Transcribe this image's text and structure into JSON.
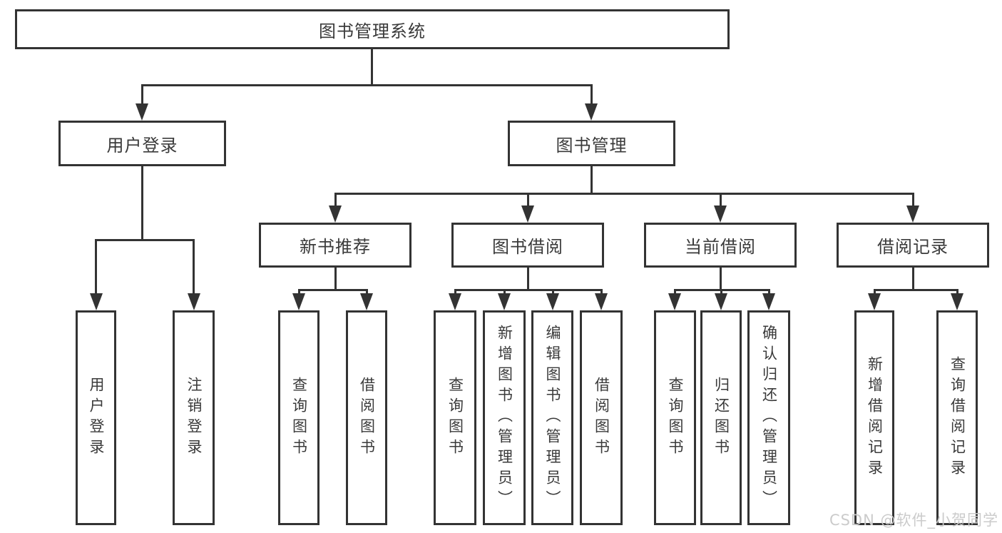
{
  "nodes": {
    "root": "图书管理系统",
    "level2": {
      "user_login": "用户登录",
      "book_mgmt": "图书管理"
    },
    "level3": {
      "new_books": "新书推荐",
      "borrow": "图书借阅",
      "current": "当前借阅",
      "records": "借阅记录"
    },
    "leaves": {
      "user_login": [
        "用户登录",
        "注销登录"
      ],
      "new_books": [
        "查询图书",
        "借阅图书"
      ],
      "borrow": [
        "查询图书",
        "新增图书（管理员）",
        "编辑图书（管理员）",
        "借阅图书"
      ],
      "current": [
        "查询图书",
        "归还图书",
        "确认归还（管理员）"
      ],
      "records": [
        "新增借阅记录",
        "查询借阅记录"
      ]
    }
  },
  "watermark": "CSDN @软件_小贺同学",
  "colors": {
    "line": "#333333",
    "text": "#3a3a3a",
    "watermark": "#cbcbcb",
    "background": "#ffffff"
  }
}
